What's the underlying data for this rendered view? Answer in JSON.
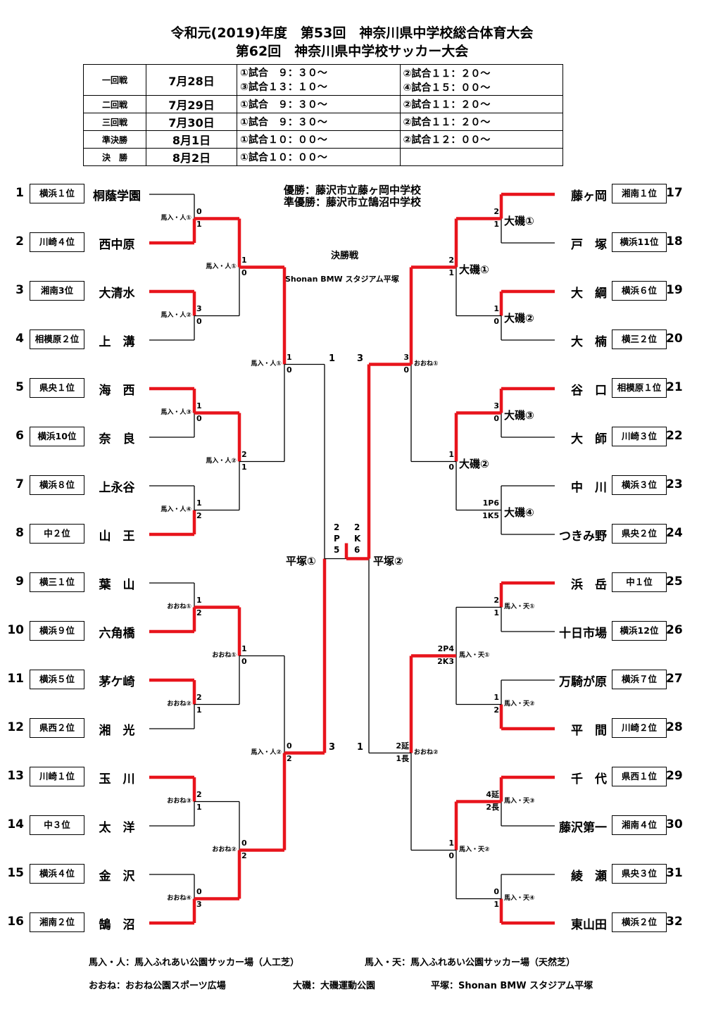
{
  "title1": "令和元(2019)年度　第53回　神奈川県中学校総合体育大会",
  "title2": "第62回　神奈川県中学校サッカー大会",
  "schedule": [
    {
      "round": "一回戦",
      "date": "7月28日",
      "m1": "①試合　９：３０～",
      "m2": "②試合１１：２０～",
      "m3": "③試合１３：１０～",
      "m4": "④試合１５：００～"
    },
    {
      "round": "二回戦",
      "date": "7月29日",
      "m1": "①試合　９：３０～",
      "m2": "②試合１１：２０～"
    },
    {
      "round": "三回戦",
      "date": "7月30日",
      "m1": "①試合　９：３０～",
      "m2": "②試合１１：２０～"
    },
    {
      "round": "準決勝",
      "date": "8月1日",
      "m1": "①試合１０：００～",
      "m2": "②試合１２：００～"
    },
    {
      "round": "決　勝",
      "date": "8月2日",
      "m1": "①試合１０：００～",
      "m2": ""
    }
  ],
  "winner": "優勝：藤沢市立藤ヶ岡中学校",
  "runner_up": "準優勝：藤沢市立鵠沼中学校",
  "final_label": "決勝戦",
  "final_venue": "Shonan BMW スタジアム平塚",
  "left_teams": [
    {
      "n": "1",
      "pref": "横浜１位",
      "name": "桐蔭学園"
    },
    {
      "n": "2",
      "pref": "川崎４位",
      "name": "西中原"
    },
    {
      "n": "3",
      "pref": "湘南3位",
      "name": "大清水"
    },
    {
      "n": "4",
      "pref": "相模原２位",
      "name": "上　溝"
    },
    {
      "n": "5",
      "pref": "県央１位",
      "name": "海　西"
    },
    {
      "n": "6",
      "pref": "横浜10位",
      "name": "奈　良"
    },
    {
      "n": "7",
      "pref": "横浜８位",
      "name": "上永谷"
    },
    {
      "n": "8",
      "pref": "中２位",
      "name": "山　王"
    },
    {
      "n": "9",
      "pref": "横三１位",
      "name": "葉　山"
    },
    {
      "n": "10",
      "pref": "横浜９位",
      "name": "六角橋"
    },
    {
      "n": "11",
      "pref": "横浜５位",
      "name": "茅ケ崎"
    },
    {
      "n": "12",
      "pref": "県西２位",
      "name": "湘　光"
    },
    {
      "n": "13",
      "pref": "川崎１位",
      "name": "玉　川"
    },
    {
      "n": "14",
      "pref": "中３位",
      "name": "太　洋"
    },
    {
      "n": "15",
      "pref": "横浜４位",
      "name": "金　沢"
    },
    {
      "n": "16",
      "pref": "湘南２位",
      "name": "鵠　沼"
    }
  ],
  "right_teams": [
    {
      "n": "17",
      "pref": "湘南１位",
      "name": "藤ヶ岡"
    },
    {
      "n": "18",
      "pref": "横浜11位",
      "name": "戸　塚"
    },
    {
      "n": "19",
      "pref": "横浜６位",
      "name": "大　綱"
    },
    {
      "n": "20",
      "pref": "横三２位",
      "name": "大　楠"
    },
    {
      "n": "21",
      "pref": "相模原１位",
      "name": "谷　口"
    },
    {
      "n": "22",
      "pref": "川崎３位",
      "name": "大　師"
    },
    {
      "n": "23",
      "pref": "横浜３位",
      "name": "中　川"
    },
    {
      "n": "24",
      "pref": "県央２位",
      "name": "つきみ野"
    },
    {
      "n": "25",
      "pref": "中１位",
      "name": "浜　岳"
    },
    {
      "n": "26",
      "pref": "横浜12位",
      "name": "十日市場"
    },
    {
      "n": "27",
      "pref": "横浜７位",
      "name": "万騎が原"
    },
    {
      "n": "28",
      "pref": "川崎２位",
      "name": "平　間"
    },
    {
      "n": "29",
      "pref": "県西１位",
      "name": "千　代"
    },
    {
      "n": "30",
      "pref": "湘南４位",
      "name": "藤沢第一"
    },
    {
      "n": "31",
      "pref": "県央３位",
      "name": "綾　瀬"
    },
    {
      "n": "32",
      "pref": "横浜２位",
      "name": "東山田"
    }
  ],
  "venues": {
    "l_r1": [
      "馬入・人①",
      "馬入・人②",
      "馬入・人③",
      "馬入・人④",
      "おおね①",
      "おおね②",
      "おおね③",
      "おおね④"
    ],
    "l_r2": [
      "馬入・人①",
      "馬入・人②",
      "おおね①",
      "おおね②"
    ],
    "l_r3": [
      "馬入・人①",
      "馬入・人②"
    ],
    "l_sf": "平塚①",
    "r_r1": [
      "大磯①",
      "大磯②",
      "大磯③",
      "大磯④",
      "馬入・天①",
      "馬入・天②",
      "馬入・天③",
      "馬入・天④"
    ],
    "r_r2": [
      "大磯①",
      "大磯②",
      "馬入・天①",
      "馬入・天②"
    ],
    "r_r3": [
      "おおね①",
      "おおね②"
    ],
    "r_sf": "平塚②"
  },
  "scores": {
    "l_r1": [
      [
        "0",
        "1"
      ],
      [
        "3",
        "0"
      ],
      [
        "1",
        "0"
      ],
      [
        "1",
        "2"
      ],
      [
        "1",
        "2"
      ],
      [
        "2",
        "1"
      ],
      [
        "2",
        "1"
      ],
      [
        "0",
        "3"
      ]
    ],
    "l_r2": [
      [
        "1",
        "0"
      ],
      [
        "2",
        "1"
      ],
      [
        "1",
        "0"
      ],
      [
        "0",
        "2"
      ]
    ],
    "l_r3": [
      [
        "1",
        "0"
      ],
      [
        "0",
        "2"
      ]
    ],
    "l_sf": [
      "1",
      "3"
    ],
    "r_r1": [
      [
        "2",
        "1"
      ],
      [
        "1",
        "0"
      ],
      [
        "3",
        "0"
      ],
      [
        "1P6",
        "1K5"
      ],
      [
        "2",
        "1"
      ],
      [
        "1",
        "2"
      ],
      [
        "4延",
        "2長"
      ],
      [
        "0",
        "1"
      ]
    ],
    "r_r2": [
      [
        "2",
        "1"
      ],
      [
        "1",
        "0"
      ],
      [
        "2P4",
        "2K3"
      ],
      [
        "1",
        "0"
      ]
    ],
    "r_r3": [
      [
        "3",
        "0"
      ],
      [
        "2延",
        "1長"
      ]
    ],
    "r_sf": [
      "3",
      "1"
    ],
    "final_left": [
      "2",
      "P",
      "5"
    ],
    "final_right": [
      "2",
      "K",
      "6"
    ]
  },
  "legend": {
    "l1": "馬入・人：馬入ふれあい公園サッカー場（人工芝）",
    "l2": "馬入・天：馬入ふれあい公園サッカー場（天然芝）",
    "l3": "おおね：おおね公園スポーツ広場",
    "l4": "大磯：大磯運動公園",
    "l5": "平塚：Shonan BMW スタジアム平塚"
  },
  "colors": {
    "win": "#e8141c",
    "line": "#000000"
  }
}
